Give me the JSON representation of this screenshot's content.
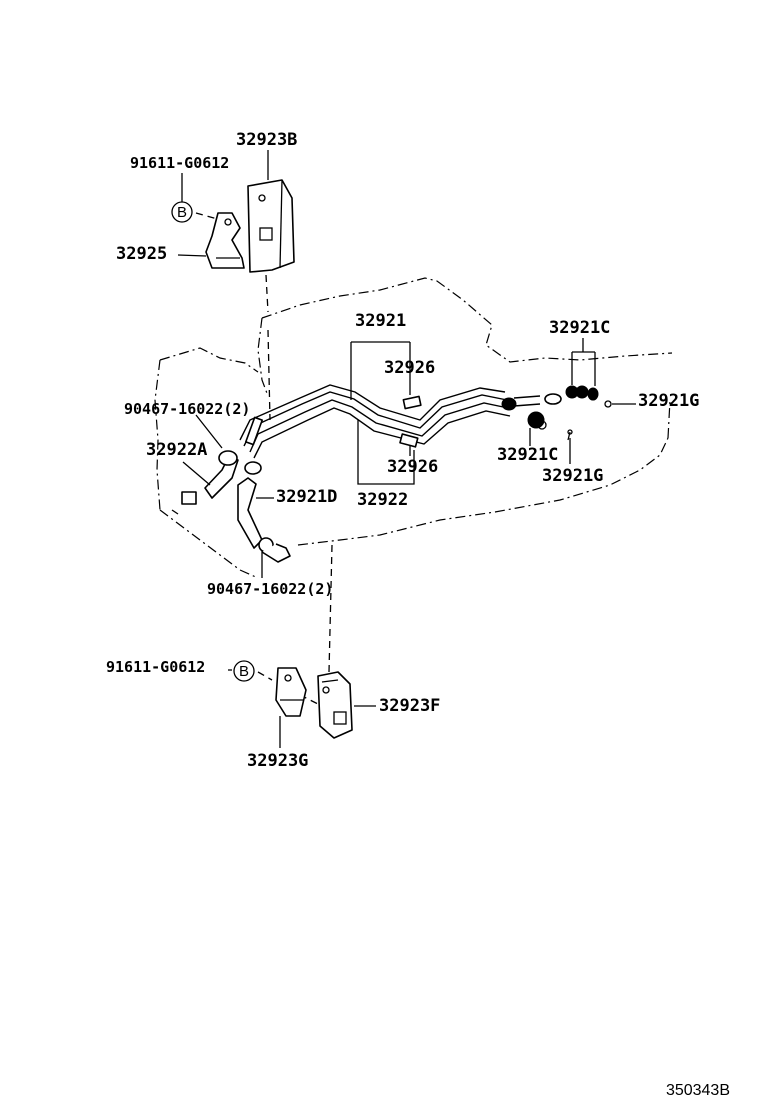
{
  "labels": {
    "p32923B": "32923B",
    "p91611_top": "91611-G0612",
    "p32925": "32925",
    "p32921": "32921",
    "p32921C_top": "32921C",
    "p32926_top": "32926",
    "p90467_top": "90467-16022(2)",
    "p32921G_right": "32921G",
    "p32922A": "32922A",
    "p32921C_mid": "32921C",
    "p32926_bot": "32926",
    "p32921G_mid": "32921G",
    "p32921D": "32921D",
    "p32922": "32922",
    "p90467_bot": "90467-16022(2)",
    "p91611_bot": "91611-G0612",
    "p32923F": "32923F",
    "p32923G": "32923G",
    "circle_b_top": "B",
    "circle_b_bot": "B",
    "ref_code": "350343B"
  },
  "colors": {
    "ink": "#000000",
    "paper": "#ffffff"
  }
}
